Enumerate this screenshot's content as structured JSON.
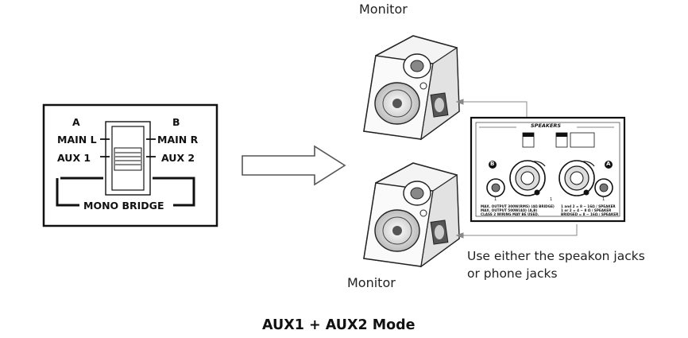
{
  "monitor_top": {
    "label": "Monitor"
  },
  "monitor_bottom": {
    "label": "Monitor"
  },
  "switch": {
    "left_header": "A",
    "right_header": "B",
    "left_line1": "MAIN L",
    "left_line2": "AUX 1",
    "right_line1": "MAIN R",
    "right_line2": "AUX 2",
    "bridge_label": "MONO BRIDGE"
  },
  "rear_panel": {
    "speakers_title": "SPEAKERS",
    "jack_b_label": "B",
    "jack_a_label": "A",
    "jack_numbers": [
      "1",
      "1",
      "1"
    ],
    "spec_left_1": "MAX. OUTPUT 300W(RMS) (4Ω BRIDGE)",
    "spec_left_2": "MAX. OUTPUT 500W(4Ω) (A,B)",
    "spec_left_3": "CLASS 2 WIRING MAY BE USED.",
    "spec_right_1": "1 and 2 = 8 ~ 16Ω / SPEAKER",
    "spec_right_2": "1 or 2 = 4 ~ 8 Ω / SPEAKER",
    "spec_right_3": "BRIDGED = 8 ~ 16Ω / SPEAKER"
  },
  "note": {
    "line1": "Use either the speakon jacks",
    "line2": "or phone jacks"
  },
  "caption": "AUX1 + AUX2 Mode"
}
